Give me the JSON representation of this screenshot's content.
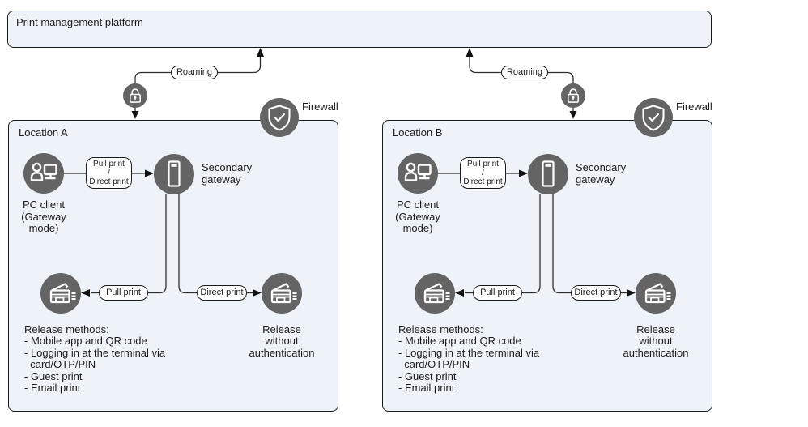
{
  "platform": {
    "title": "Print management platform"
  },
  "firewall": {
    "label": "Firewall"
  },
  "roaming": {
    "label": "Roaming"
  },
  "colors": {
    "box_fill": "#edf3f9",
    "box_border": "#1a1a1a",
    "node_circle": "#646464",
    "line": "#2e2e2e",
    "pill_fill": "#ffffff",
    "text": "#1c1c1c"
  },
  "icons": {
    "lock": "lock-icon",
    "shield": "firewall-shield-icon",
    "pc": "pc-client-icon",
    "server": "server-icon",
    "printer": "printer-icon"
  },
  "locations": [
    {
      "title": "Location A",
      "pc_label": "PC client\n(Gateway\nmode)",
      "gateway_label": "Secondary\ngateway",
      "pc_to_gateway_pill": "Pull print\n/\nDirect print",
      "pull_pill": "Pull print",
      "direct_pill": "Direct print",
      "release_methods": "Release methods:\n- Mobile app and QR code\n- Logging in at the terminal via\n  card/OTP/PIN\n- Guest print\n- Email print",
      "release_without": "Release\nwithout\nauthentication"
    },
    {
      "title": "Location B",
      "pc_label": "PC client\n(Gateway\nmode)",
      "gateway_label": "Secondary\ngateway",
      "pc_to_gateway_pill": "Pull print\n/\nDirect print",
      "pull_pill": "Pull print",
      "direct_pill": "Direct print",
      "release_methods": "Release methods:\n- Mobile app and QR code\n- Logging in at the terminal via\n  card/OTP/PIN\n- Guest print\n- Email print",
      "release_without": "Release\nwithout\nauthentication"
    }
  ]
}
